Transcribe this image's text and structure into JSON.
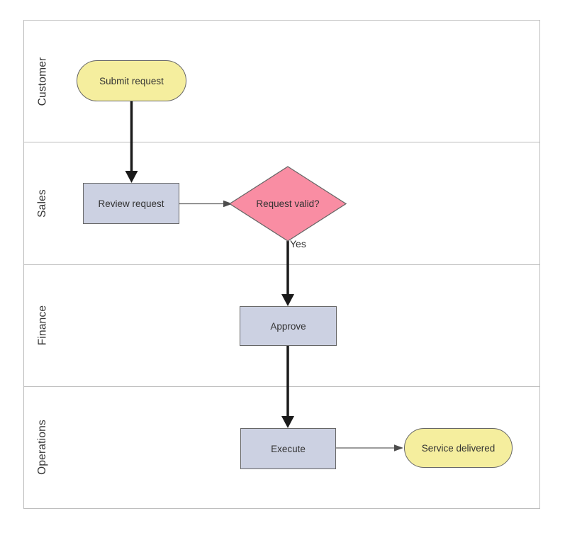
{
  "diagram": {
    "type": "swimlane-flowchart",
    "lanes": [
      {
        "label": "Customer"
      },
      {
        "label": "Sales"
      },
      {
        "label": "Finance"
      },
      {
        "label": "Operations"
      }
    ],
    "nodes": {
      "submit_request": {
        "label": "Submit request",
        "shape": "stadium",
        "lane": "Customer",
        "fill": "#F5EE9E"
      },
      "review_request": {
        "label": "Review request",
        "shape": "process",
        "lane": "Sales",
        "fill": "#CCD1E2"
      },
      "request_valid": {
        "label": "Request valid?",
        "shape": "decision",
        "lane": "Sales",
        "fill": "#F98DA3"
      },
      "approve": {
        "label": "Approve",
        "shape": "process",
        "lane": "Finance",
        "fill": "#CCD1E2"
      },
      "execute": {
        "label": "Execute",
        "shape": "process",
        "lane": "Operations",
        "fill": "#CCD1E2"
      },
      "service_delivered": {
        "label": "Service delivered",
        "shape": "stadium",
        "lane": "Operations",
        "fill": "#F5EE9E"
      }
    },
    "edges": [
      {
        "from": "submit_request",
        "to": "review_request",
        "label": "",
        "style": "thick-black"
      },
      {
        "from": "review_request",
        "to": "request_valid",
        "label": "",
        "style": "thin-gray"
      },
      {
        "from": "request_valid",
        "to": "approve",
        "label": "Yes",
        "style": "thick-black"
      },
      {
        "from": "approve",
        "to": "execute",
        "label": "",
        "style": "thick-black"
      },
      {
        "from": "execute",
        "to": "service_delivered",
        "label": "",
        "style": "thin-gray"
      }
    ],
    "colors": {
      "terminal_fill": "#F5EE9E",
      "process_fill": "#CCD1E2",
      "decision_fill": "#F98DA3",
      "shape_border": "#666666",
      "lane_border": "#BDBDBD",
      "arrow_primary": "#1A1A1A",
      "arrow_secondary": "#616161",
      "text": "#333333"
    }
  }
}
